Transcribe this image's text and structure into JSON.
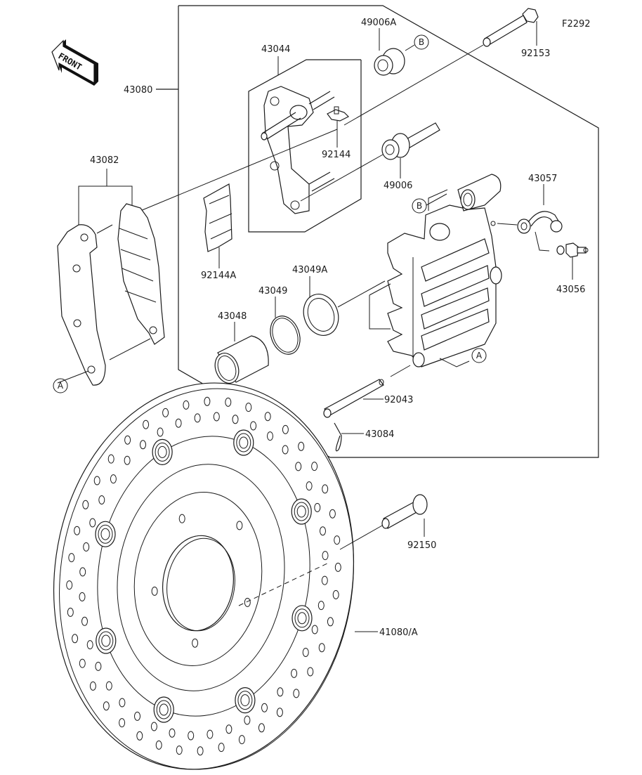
{
  "diagram": {
    "figure_id": "F2292",
    "front_indicator": "FRONT",
    "colors": {
      "line": "#1a1a1a",
      "background": "#ffffff"
    },
    "reference_markers": {
      "a": "A",
      "b": "B"
    },
    "parts": {
      "caliper_assembly": "43080",
      "bracket": "43044",
      "boot_upper": "49006A",
      "bolt_92153": "92153",
      "spring_92144": "92144",
      "boot_lower": "49006",
      "pads": "43082",
      "pad_spring": "92144A",
      "piston": "43048",
      "seal_43049": "43049",
      "seal_43049a": "43049A",
      "hose_fitting": "43057",
      "bleeder": "43056",
      "pin": "92043",
      "clip": "43084",
      "disc_bolt": "92150",
      "disc": "41080/A"
    }
  }
}
